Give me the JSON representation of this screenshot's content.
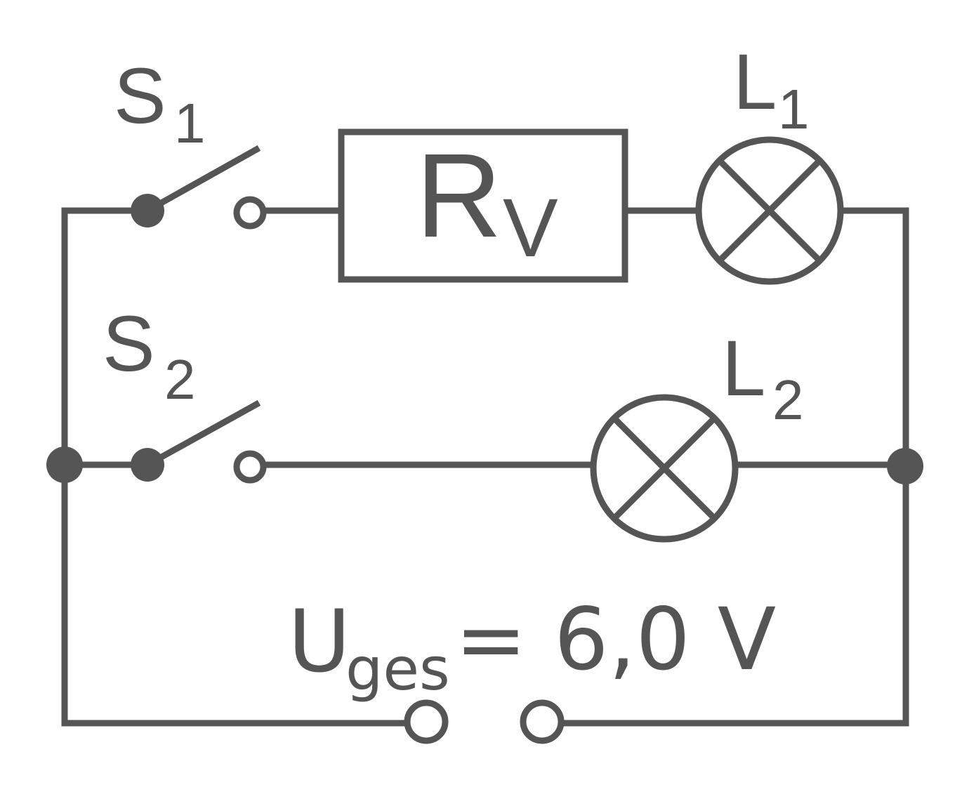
{
  "colors": {
    "ink": "#555555",
    "background": "#ffffff"
  },
  "switch1": {
    "letter": "S",
    "index": "1"
  },
  "switch2": {
    "letter": "S",
    "index": "2"
  },
  "resistor": {
    "letter": "R",
    "index": "V"
  },
  "lamp1": {
    "letter": "L",
    "index": "1"
  },
  "lamp2": {
    "letter": "L",
    "index": "2"
  },
  "source": {
    "letter": "U",
    "index": "ges",
    "equation": "= 6,0 V"
  }
}
